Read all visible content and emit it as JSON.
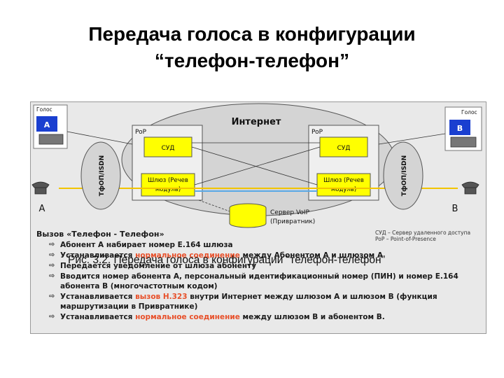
{
  "title_line1": "Передача голоса в конфигурации",
  "title_line2": "“телефон-телефон”",
  "figure": {
    "internet_label": "Интернет",
    "voice_label_left": "Голос",
    "voice_label_right": "Голос",
    "terminal_left": "A",
    "terminal_right": "B",
    "pop_left": "PoP",
    "pop_right": "PoP",
    "sud_left": "СУД",
    "sud_right": "СУД",
    "gateway_left_line1": "Шлюз (Речев",
    "gateway_left_line2": "модуль)",
    "gateway_right_line1": "Шлюз (Речев",
    "gateway_right_line2": "модуль)",
    "network_left": "ТфОП/ISDN",
    "network_right": "ТфОП/ISDN",
    "phone_left_label": "A",
    "phone_right_label": "B",
    "server_line1": "Сервер VoIP",
    "server_line2": "(Привратник)",
    "calls_title": "Вызов «Телефон - Телефон»",
    "legend_line1": "СУД – Сервер удаленного доступа",
    "legend_line2": "PoP – Point-of-Presence",
    "steps": [
      {
        "before": "Абонент А набирает номер Е.164 шлюза",
        "highlight": "",
        "after": ""
      },
      {
        "before": "Устанавливается ",
        "highlight": "нормальное соединение",
        "after": " между Абонентом А и шлюзом А"
      },
      {
        "before": "Передается уведомление от шлюза абоненту",
        "highlight": "",
        "after": ""
      },
      {
        "before": "Вводится номер абонента А, персональный идентификационный номер (ПИН) и номер Е.164 абонента В (многочастотным кодом)",
        "highlight": "",
        "after": ""
      },
      {
        "before": "Устанавливается ",
        "highlight": "вызов H.323",
        "after": " внутри Интернет между шлюзом А и шлюзом В (функция маршрутизации в Привратнике)"
      },
      {
        "before": "Устанавливается ",
        "highlight": "нормальное соединение",
        "after": " между шлюзом В и абонентом В."
      }
    ]
  },
  "caption": "Рис. 3.2. Передача голоса в конфигурации \"телефон-телефон\"",
  "colors": {
    "panel_bg": "#e9e9e9",
    "cloud_fill": "#d4d4d4",
    "pop_fill": "#efefef",
    "yellow": "#ffff00",
    "line_yellow": "#f2c400",
    "line_blue": "#5aa9e6",
    "terminal_blue": "#1a3fd0",
    "highlight": "#e8502a"
  }
}
